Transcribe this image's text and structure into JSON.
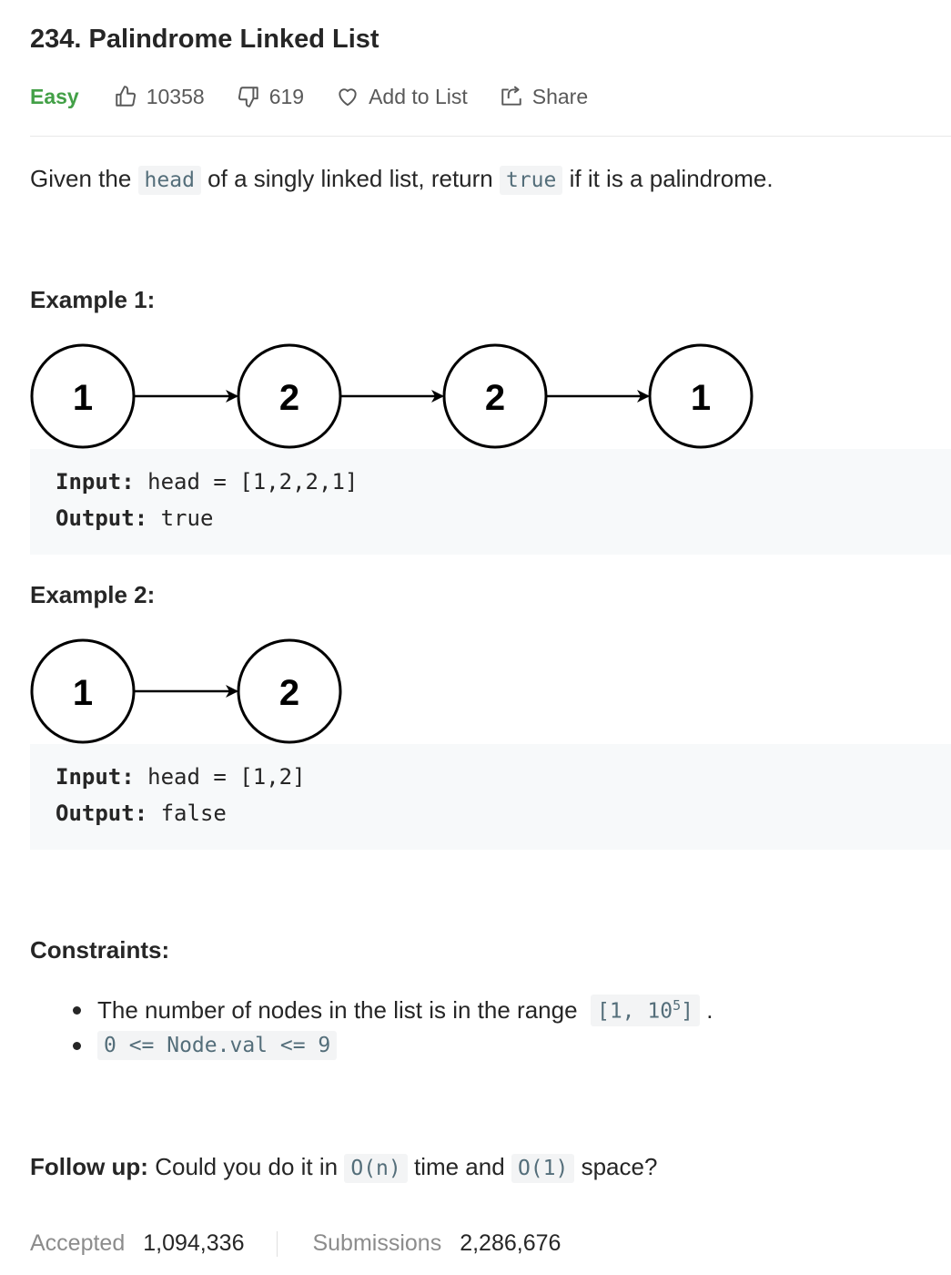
{
  "problem": {
    "title": "234. Palindrome Linked List",
    "difficulty": "Easy",
    "likes": "10358",
    "dislikes": "619",
    "add_to_list": "Add to List",
    "share": "Share"
  },
  "description": {
    "part1": "Given the",
    "code1": "head",
    "part2": "of a singly linked list, return",
    "code2": "true",
    "part3": "if it is a palindrome."
  },
  "examples": [
    {
      "heading": "Example 1:",
      "nodes": [
        "1",
        "2",
        "2",
        "1"
      ],
      "input_label": "Input:",
      "input_value": " head = [1,2,2,1]",
      "output_label": "Output:",
      "output_value": " true"
    },
    {
      "heading": "Example 2:",
      "nodes": [
        "1",
        "2"
      ],
      "input_label": "Input:",
      "input_value": " head = [1,2]",
      "output_label": "Output:",
      "output_value": " false"
    }
  ],
  "constraints": {
    "heading": "Constraints:",
    "item1_text": "The number of nodes in the list is in the range",
    "item1_code_prefix": "[1, 10",
    "item1_code_sup": "5",
    "item1_code_suffix": "]",
    "item1_tail": ".",
    "item2_code": "0 <= Node.val <= 9"
  },
  "followup": {
    "label": "Follow up:",
    "text1": "Could you do it in",
    "code1": "O(n)",
    "text2": "time and",
    "code2": "O(1)",
    "text3": "space?"
  },
  "stats": {
    "accepted_label": "Accepted",
    "accepted_value": "1,094,336",
    "submissions_label": "Submissions",
    "submissions_value": "2,286,676"
  },
  "colors": {
    "easy": "#43a047",
    "code_bg": "#f3f4f5",
    "code_text": "#546e7a",
    "pre_bg": "#f7f9fa"
  }
}
